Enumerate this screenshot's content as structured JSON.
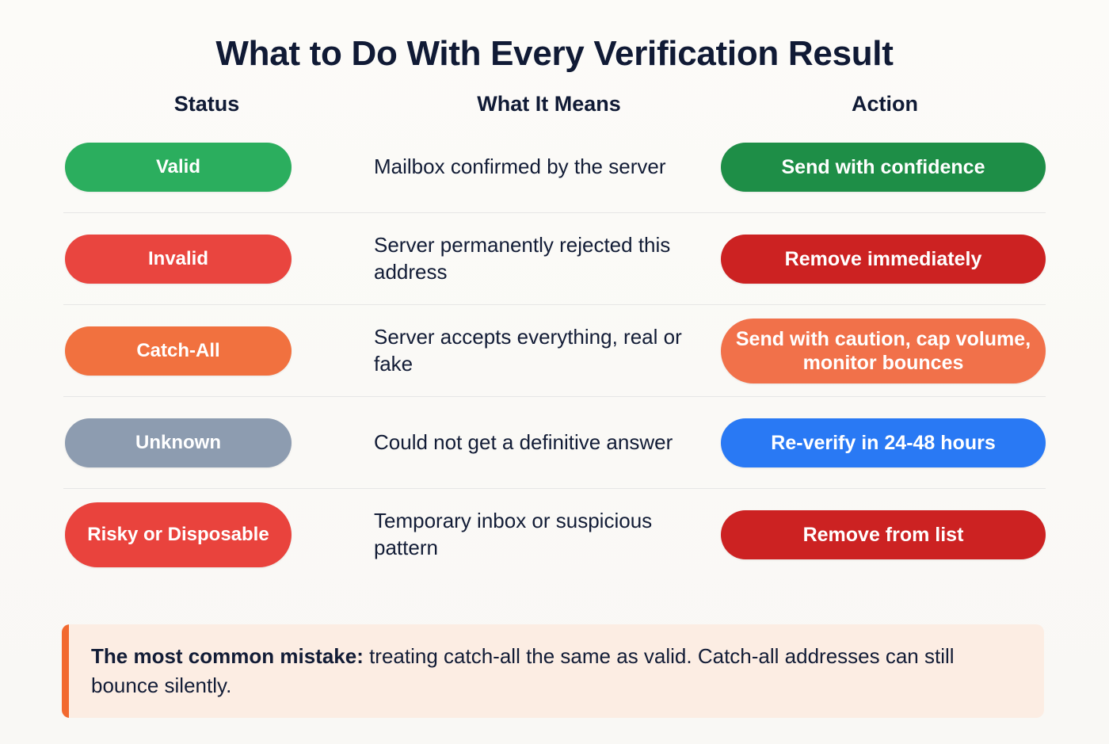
{
  "title": "What to Do With Every Verification Result",
  "columns": {
    "status": "Status",
    "means": "What It Means",
    "action": "Action"
  },
  "rows": [
    {
      "status": "Valid",
      "status_color": "#2BAE5E",
      "means": "Mailbox confirmed by the server",
      "action": "Send with confidence",
      "action_color": "#1E8E47"
    },
    {
      "status": "Invalid",
      "status_color": "#E9453F",
      "means": "Server permanently rejected this address",
      "action": "Remove immediately",
      "action_color": "#CC2222"
    },
    {
      "status": "Catch-All",
      "status_color": "#F1713F",
      "means": "Server accepts everything, real or fake",
      "action": "Send with caution, cap volume, monitor bounces",
      "action_color": "#F1714A"
    },
    {
      "status": "Unknown",
      "status_color": "#8D9CB0",
      "means": "Could not get a definitive answer",
      "action": "Re-verify in 24-48 hours",
      "action_color": "#2979F4"
    },
    {
      "status": "Risky or Disposable",
      "status_color": "#E9433D",
      "means": "Temporary inbox or suspicious pattern",
      "action": "Remove from list",
      "action_color": "#CC2222"
    }
  ],
  "callout": {
    "lead": "The most common mistake:",
    "body": " treating catch-all the same as valid. Catch-all addresses can still bounce silently.",
    "accent_color": "#F2692F",
    "background_color": "#FCEDE3"
  },
  "theme": {
    "page_background": "#FBFAF7",
    "text_color": "#121C36",
    "divider_color": "#E6E6E6"
  }
}
